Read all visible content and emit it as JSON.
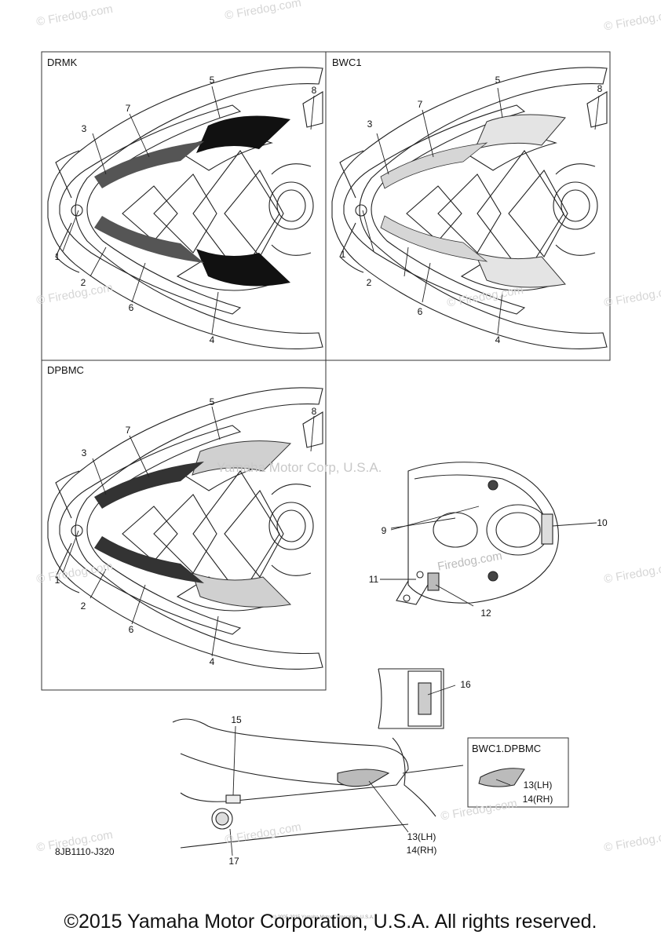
{
  "watermark": "© Firedog.com",
  "center_watermark": "Yamaha Motor Corp, U.S.A.",
  "center_watermark_2": "Firedog.com",
  "panels": [
    {
      "title": "DRMK",
      "style": "drmk"
    },
    {
      "title": "BWC1",
      "style": "bwc1"
    },
    {
      "title": "DPBMC",
      "style": "dpbmc"
    }
  ],
  "callout_labels": {
    "c1": "1",
    "c2": "2",
    "c3": "3",
    "c4": "4",
    "c5": "5",
    "c6": "6",
    "c7": "7",
    "c8": "8",
    "c9": "9",
    "c10": "10",
    "c11": "11",
    "c12": "12",
    "c13_lh": "13(LH)",
    "c14_rh": "14(RH)",
    "c15": "15",
    "c16": "16",
    "c17": "17"
  },
  "inset_title": "BWC1.DPBMC",
  "part_code": "8JB1110-J320",
  "copyright": "©2015 Yamaha Motor Corporation, U.S.A. All rights reserved.",
  "tiny_copyright": "(c) 2005-2015 Yamaha Motor Corporation, U.S.A."
}
